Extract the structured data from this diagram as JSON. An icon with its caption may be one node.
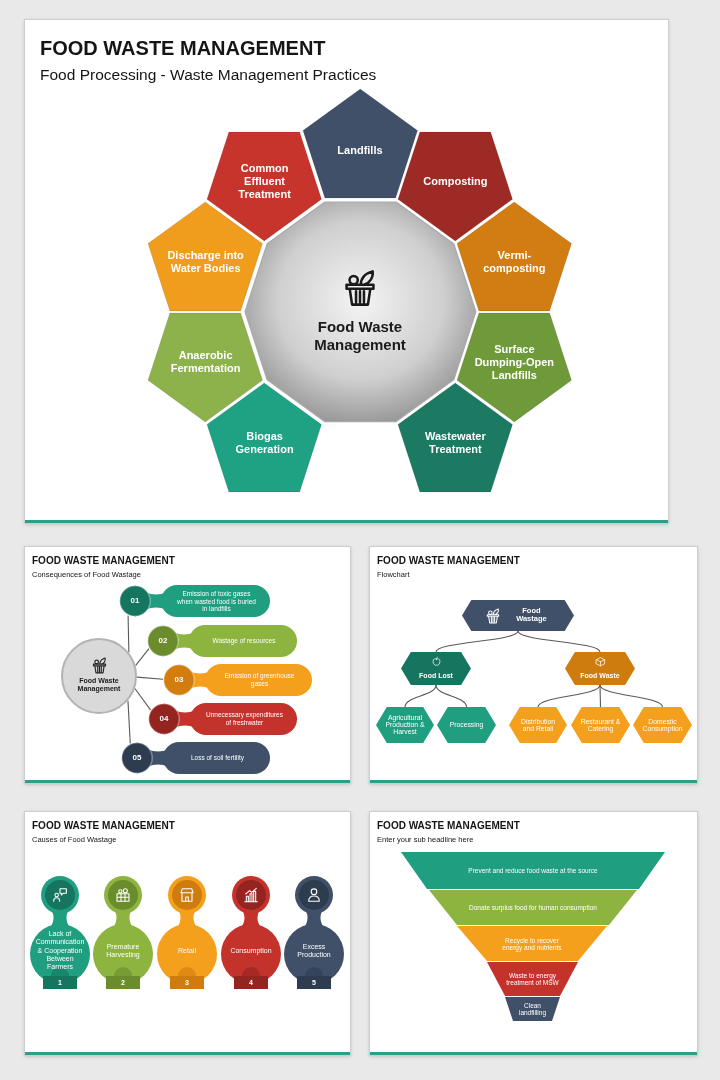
{
  "diagram": {
    "nodes": [
      {
        "text": [
          "FOOD WASTE MANAGEMENT",
          "Food Processing - Waste Management Practices"
        ]
      },
      {
        "text": [
          "Food Waste Management"
        ],
        "in": 0
      },
      {
        "text": [
          "Landfills"
        ],
        "in": 0
      },
      {
        "text": [
          "Composting"
        ],
        "in": 0
      },
      {
        "text": [
          "Vermi-composting"
        ],
        "in": 0
      },
      {
        "text": [
          "Surface Dumping-Open Landfills"
        ],
        "in": 0
      },
      {
        "text": [
          "Wastewater Treatment"
        ],
        "in": 0
      },
      {
        "text": [
          "Biogas Generation"
        ],
        "in": 0
      },
      {
        "text": [
          "Anaerobic Fermentation"
        ],
        "in": 0
      },
      {
        "text": [
          "Discharge into Water Bodies"
        ],
        "in": 0
      },
      {
        "text": [
          "Common Effluent Treatment"
        ],
        "in": 0
      },
      {
        "text": [
          "FOOD WASTE MANAGEMENT",
          "Consequences of Food Wastage"
        ]
      },
      {
        "text": [
          "Food Waste Management"
        ],
        "in": 11
      },
      {
        "text": [
          "01",
          "Emission of toxic gases when wasted food is buried in landfills"
        ],
        "in": 11
      },
      {
        "text": [
          "02",
          "Wastage of resources"
        ],
        "in": 11
      },
      {
        "text": [
          "03",
          "Emission of greenhouse gases"
        ],
        "in": 11
      },
      {
        "text": [
          "04",
          "Unnecessary expenditures of freshwater"
        ],
        "in": 11
      },
      {
        "text": [
          "05",
          "Loss of soil fertility"
        ],
        "in": 11
      },
      {
        "text": [
          "FOOD WASTE MANAGEMENT",
          "Flowchart"
        ]
      },
      {
        "text": [
          "Food Wastage"
        ],
        "in": 18
      },
      {
        "text": [
          "Food Lost"
        ],
        "in": 18
      },
      {
        "text": [
          "Food Waste"
        ],
        "in": 18
      },
      {
        "text": [
          "Agricultural Production & Harvest"
        ],
        "in": 18
      },
      {
        "text": [
          "Processing"
        ],
        "in": 18
      },
      {
        "text": [
          "Distribution and Retail"
        ],
        "in": 18
      },
      {
        "text": [
          "Restaurant & Catering"
        ],
        "in": 18
      },
      {
        "text": [
          "Domestic Consumption"
        ],
        "in": 18
      },
      {
        "text": [
          "FOOD WASTE MANAGEMENT",
          "Causes of Food Wastage"
        ]
      },
      {
        "text": [
          "Lack of Communication & Cooperation Between Farmers",
          "1"
        ],
        "in": 27
      },
      {
        "text": [
          "Premature Harvesting",
          "2"
        ],
        "in": 27
      },
      {
        "text": [
          "Retail",
          "3"
        ],
        "in": 27
      },
      {
        "text": [
          "Consumption",
          "4"
        ],
        "in": 27
      },
      {
        "text": [
          "Excess Production",
          "5"
        ],
        "in": 27
      },
      {
        "text": [
          "FOOD WASTE MANAGEMENT",
          "Enter your sub headline here"
        ]
      },
      {
        "text": [
          "Prevent and reduce food waste at the source"
        ],
        "in": 33
      },
      {
        "text": [
          "Donate surplus food for human consumption"
        ],
        "in": 33
      },
      {
        "text": [
          "Recycle to recover energy and nutrients"
        ],
        "in": 33
      },
      {
        "text": [
          "Waste to energy treatment of MSW"
        ],
        "in": 33
      },
      {
        "text": [
          "Clean landfilling"
        ],
        "in": 33
      }
    ],
    "edges": [
      {
        "from": 12,
        "to": 13,
        "arrow": "none"
      },
      {
        "from": 12,
        "to": 14,
        "arrow": "none"
      },
      {
        "from": 12,
        "to": 15,
        "arrow": "none"
      },
      {
        "from": 12,
        "to": 16,
        "arrow": "none"
      },
      {
        "from": 12,
        "to": 17,
        "arrow": "none"
      },
      {
        "from": 19,
        "to": 20,
        "arrow": "none"
      },
      {
        "from": 19,
        "to": 21,
        "arrow": "none"
      },
      {
        "from": 20,
        "to": 22,
        "arrow": "none"
      },
      {
        "from": 20,
        "to": 23,
        "arrow": "none"
      },
      {
        "from": 21,
        "to": 24,
        "arrow": "none"
      },
      {
        "from": 21,
        "to": 25,
        "arrow": "none"
      },
      {
        "from": 21,
        "to": 26,
        "arrow": "none"
      }
    ]
  }
}
